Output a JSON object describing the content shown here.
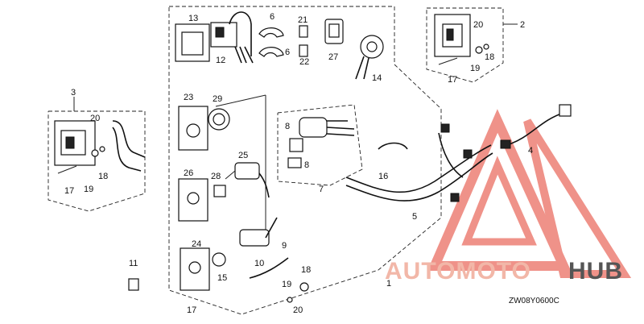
{
  "diagram": {
    "code": "ZW08Y0600C",
    "callouts": {
      "c1": "1",
      "c2": "2",
      "c3": "3",
      "c4": "4",
      "c5": "5",
      "c6a": "6",
      "c6b": "6",
      "c7": "7",
      "c8a": "8",
      "c8b": "8",
      "c9": "9",
      "c10": "10",
      "c11": "11",
      "c12": "12",
      "c13": "13",
      "c14": "14",
      "c15": "15",
      "c16": "16",
      "c17a": "17",
      "c17b": "17",
      "c17c": "17",
      "c18a": "18",
      "c18b": "18",
      "c18c": "18",
      "c19a": "19",
      "c19b": "19",
      "c19c": "19",
      "c20a": "20",
      "c20b": "20",
      "c20c": "20",
      "c21": "21",
      "c22": "22",
      "c23": "23",
      "c24": "24",
      "c25": "25",
      "c26": "26",
      "c27": "27",
      "c28": "28",
      "c29": "29"
    }
  },
  "watermark": {
    "text_left": "AUTOMOTO",
    "text_right": "HUB",
    "color_main": "#f2b7a8",
    "color_accent": "#e23a2a",
    "color_dark": "#555555"
  }
}
